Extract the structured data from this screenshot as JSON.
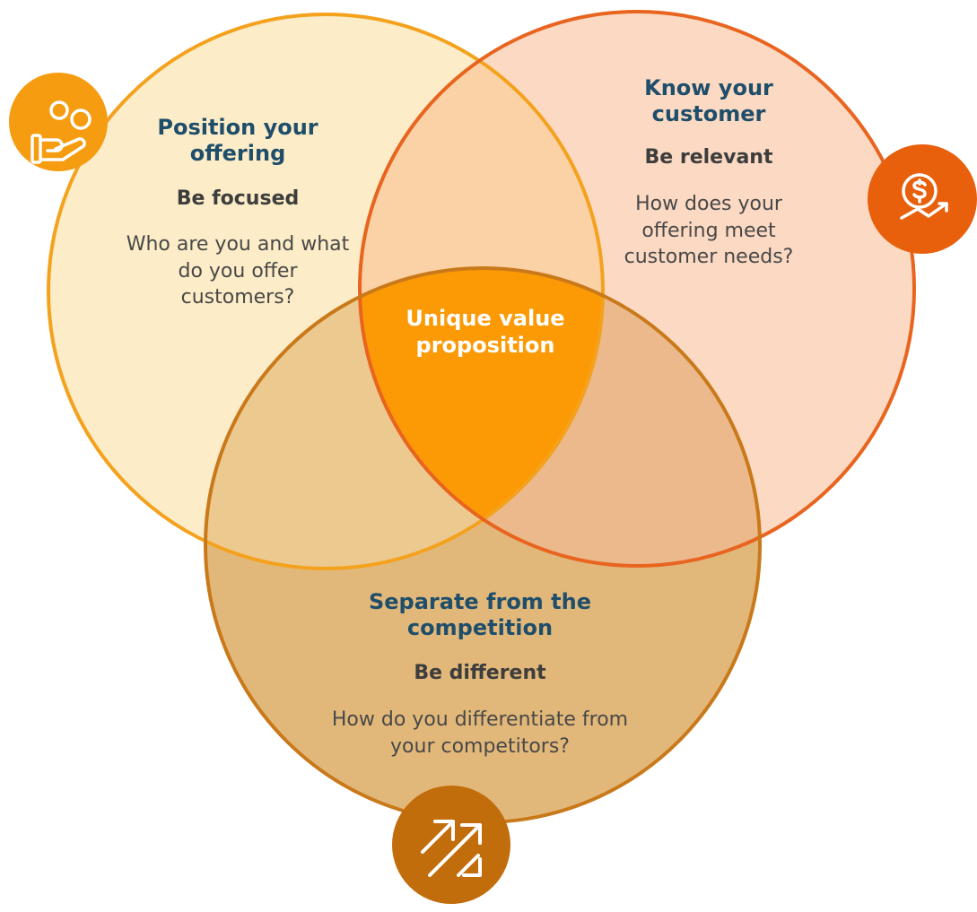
{
  "colors": {
    "left_fill": "#fcecc7",
    "left_stroke": "#f4a21d",
    "right_fill": "#fbd9c2",
    "right_stroke": "#e8641f",
    "bottom_fill": "#e2b87a",
    "bottom_stroke": "#c9791a",
    "overlap_lr": "#fbd1a6",
    "overlap_lb": "#ecc98f",
    "overlap_rb": "#ebb98c",
    "center_fill": "#fb9a05",
    "title_text": "#1f4e6b",
    "icon_left": "#f59c10",
    "icon_right": "#e85f0c",
    "icon_bottom": "#c26d0c"
  },
  "left": {
    "title": "Position your offering",
    "subtitle": "Be focused",
    "body": "Who are you and what do you offer customers?",
    "icon": "hand-coins-icon"
  },
  "right": {
    "title": "Know your customer",
    "subtitle": "Be relevant",
    "body": "How does your offering meet customer needs?",
    "icon": "dollar-growth-icon"
  },
  "bottom": {
    "title": "Separate from the competition",
    "subtitle": "Be different",
    "body": "How do you differentiate from your competitors?",
    "icon": "diagonal-arrows-icon"
  },
  "center": {
    "label": "Unique value proposition"
  }
}
